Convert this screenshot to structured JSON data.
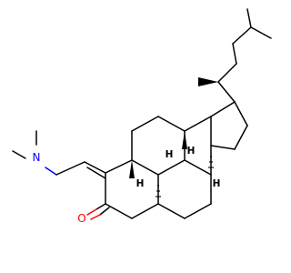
{
  "molecule": {
    "atoms": {
      "nitrogen": "N",
      "oxygen": "O"
    },
    "stereo_h": [
      "H",
      "H",
      "H",
      "H"
    ],
    "colors": {
      "bond": "#000000",
      "nitrogen": "#0000ff",
      "oxygen": "#ff0000",
      "stereo_h": "#000000"
    }
  }
}
